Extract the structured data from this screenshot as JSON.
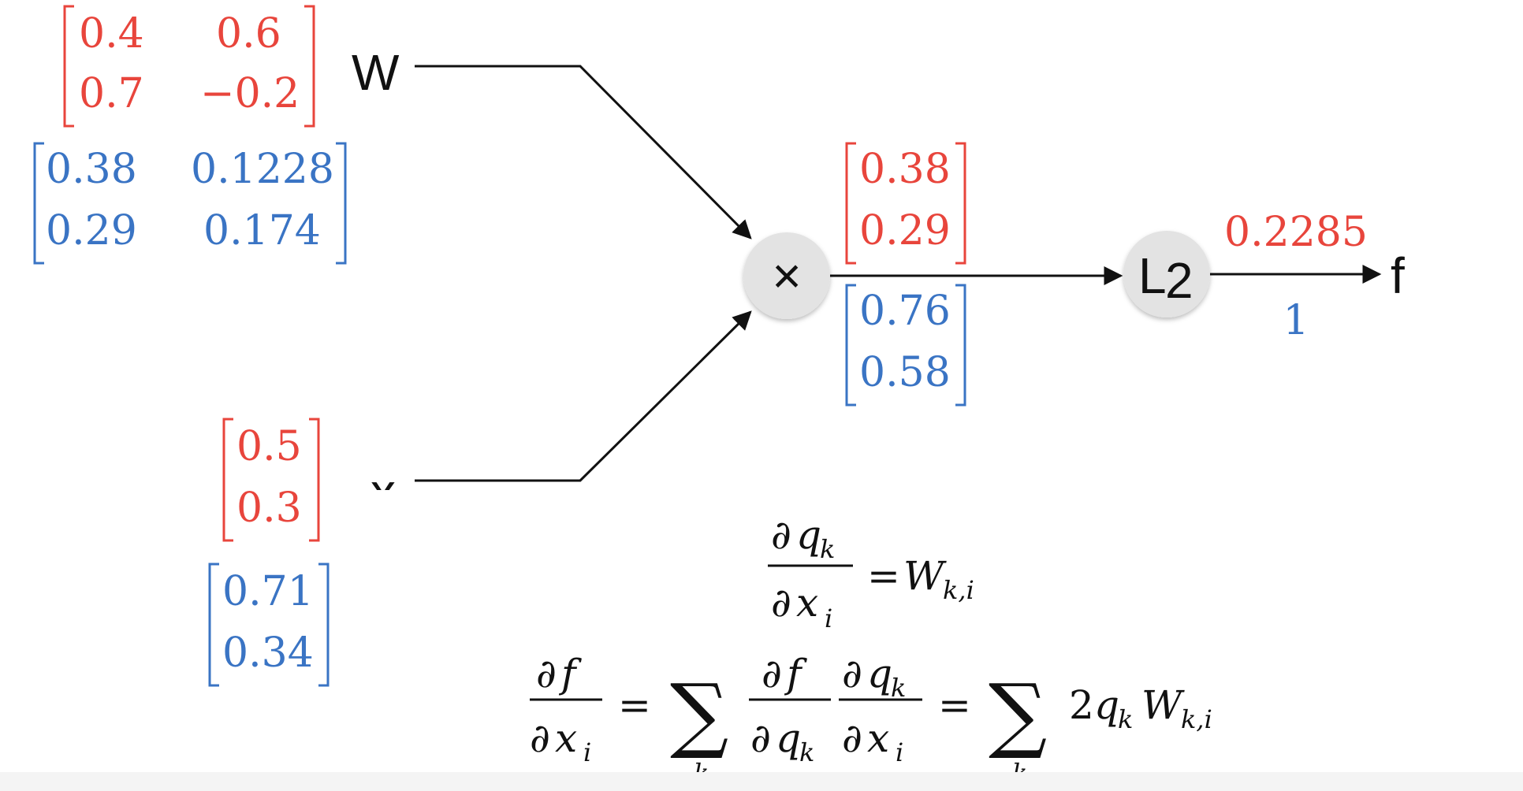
{
  "colors": {
    "forward": "#e8453c",
    "backward": "#3a74c4",
    "ink": "#111111",
    "node_fill": "#e3e3e3"
  },
  "nodes": {
    "W_label": "W",
    "x_label": "x",
    "f_label": "f",
    "mul_symbol": "×",
    "l2_main": "L",
    "l2_sub": "2"
  },
  "W": {
    "forward": [
      [
        "0.4",
        "0.6"
      ],
      [
        "0.7",
        "−0.2"
      ]
    ],
    "grad": [
      [
        "0.38",
        "0.1228"
      ],
      [
        "0.29",
        "0.174"
      ]
    ]
  },
  "x": {
    "forward": [
      "0.5",
      "0.3"
    ],
    "grad": [
      "0.71",
      "0.34"
    ]
  },
  "q": {
    "forward": [
      "0.38",
      "0.29"
    ],
    "grad": [
      "0.76",
      "0.58"
    ]
  },
  "f": {
    "forward": "0.2285",
    "grad": "1"
  },
  "equations": {
    "partial": "∂",
    "eq1_num": "q",
    "eq1_den": "x",
    "rhs_W": "W",
    "sub_k": "k",
    "sub_i": "i",
    "sub_ki": "k,i",
    "equals": "=",
    "sum": "∑",
    "two": "2",
    "f_sym": "f"
  }
}
